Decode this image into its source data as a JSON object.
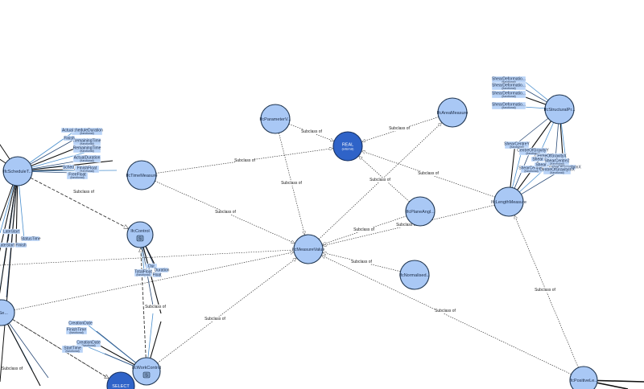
{
  "colors": {
    "class_fill": "#a9c8f5",
    "class_stroke": "#1f3550",
    "datatype_fill": "#2f63c8",
    "attr_fill": "#b9d3f7",
    "edge": "#333333",
    "attr_edge": "#4a8fce"
  },
  "nodes": [
    {
      "id": "schedule",
      "label": "IfcScheduleT..."
    },
    {
      "id": "time",
      "label": "IfcTimeMeasure"
    },
    {
      "id": "control",
      "label": "IfcControl",
      "badge": "S"
    },
    {
      "id": "param",
      "label": "IfcParameterV..."
    },
    {
      "id": "real",
      "label": "REAL",
      "sublabel": "(external)",
      "kind": "datatype"
    },
    {
      "id": "area",
      "label": "IfcAreaMeasure"
    },
    {
      "id": "struct",
      "label": "IfcStructuralPr..."
    },
    {
      "id": "length",
      "label": "IfcLengthMeasure"
    },
    {
      "id": "plane",
      "label": "IfcPlaneAngl..."
    },
    {
      "id": "measure",
      "label": "IfcMeasureValue"
    },
    {
      "id": "normalised",
      "label": "IfcNormalised..."
    },
    {
      "id": "positive",
      "label": "IfcPositiveLe..."
    },
    {
      "id": "work",
      "label": "IfcWorkControl",
      "badge": "S"
    },
    {
      "id": "select",
      "label": "SELECT",
      "kind": "datatype"
    },
    {
      "id": "leftse",
      "label": "...Se..."
    }
  ],
  "edges": [
    {
      "from": "time",
      "to": "real",
      "label": "Subclass of"
    },
    {
      "from": "param",
      "to": "real",
      "label": "Subclass of"
    },
    {
      "from": "area",
      "to": "real",
      "label": "Subclass of"
    },
    {
      "from": "length",
      "to": "real",
      "label": "Subclass of"
    },
    {
      "from": "plane",
      "to": "real",
      "label": "Subclass of"
    },
    {
      "from": "measure",
      "to": "area",
      "label": ""
    },
    {
      "from": "param",
      "to": "measure",
      "label": "Subclass of"
    },
    {
      "from": "time",
      "to": "measure",
      "label": "Subclass of"
    },
    {
      "from": "length",
      "to": "measure",
      "label": "Subclass of"
    },
    {
      "from": "plane",
      "to": "measure",
      "label": "Subclass of"
    },
    {
      "from": "normalised",
      "to": "measure",
      "label": "Subclass of"
    },
    {
      "from": "positive",
      "to": "measure",
      "label": "Subclass of"
    },
    {
      "from": "work",
      "to": "measure",
      "label": "Subclass of"
    },
    {
      "from": "positive",
      "to": "length",
      "label": "Subclass of"
    },
    {
      "from": "schedule",
      "to": "control",
      "label": "Subclass of",
      "dashed": true
    },
    {
      "from": "work",
      "to": "control",
      "label": "Subclass of",
      "dashed": true
    },
    {
      "from": "leftse",
      "to": "select",
      "label": "Subclass of",
      "dashed": true
    },
    {
      "from": "leftse",
      "to": "measure",
      "label": "",
      "dashed": false
    },
    {
      "from": "leftse",
      "to": "select",
      "label": "Subclass of",
      "dashed": false
    }
  ],
  "attributes": [
    {
      "label": "ShearDeformatio...",
      "sub": "(functional)"
    },
    {
      "label": "ShearDeformatio...",
      "sub": "(functional)"
    },
    {
      "label": "ShearDeformatio...",
      "sub": "(functional)"
    },
    {
      "label": "ShearDeformatio...",
      "sub": "(functional)"
    },
    {
      "label": "ShearCentreY",
      "sub": "(functional)"
    },
    {
      "label": "CentreOfGravityY",
      "sub": "(functional)"
    },
    {
      "label": "CentreOfGravityX",
      "sub": "(functional)"
    },
    {
      "label": "ShearCentre2",
      "sub": "(functional)"
    },
    {
      "label": "ShearCentreZ",
      "sub": "(functional)"
    },
    {
      "label": "CentreOfGravityInX",
      "sub": ""
    },
    {
      "label": "Shear",
      "sub": ""
    },
    {
      "label": "Shear",
      "sub": ""
    },
    {
      "label": "CentreOfGravityInX",
      "sub": "(functional)"
    },
    {
      "label": "ScheduleDuration",
      "sub": "(functional)"
    },
    {
      "label": "Actual",
      "sub": ""
    },
    {
      "label": "RemainingTime",
      "sub": "(functional)"
    },
    {
      "label": "Finish",
      "sub": ""
    },
    {
      "label": "RemainingTime",
      "sub": "(functional)"
    },
    {
      "label": "ActualDuration",
      "sub": "(functional)"
    },
    {
      "label": "Sched",
      "sub": ""
    },
    {
      "label": "FinishFloat",
      "sub": "(functional)"
    },
    {
      "label": "FreeFloat",
      "sub": "(functional)"
    },
    {
      "label": "LateStart",
      "sub": ""
    },
    {
      "label": "StatusTime",
      "sub": ""
    },
    {
      "label": "LateStart",
      "sub": ""
    },
    {
      "label": "Finish",
      "sub": ""
    },
    {
      "label": "Dur",
      "sub": ""
    },
    {
      "label": "TotalFloat",
      "sub": "(functional)"
    },
    {
      "label": "Duration",
      "sub": ""
    },
    {
      "label": "Float",
      "sub": ""
    },
    {
      "label": "CreationDate",
      "sub": ""
    },
    {
      "label": "FinishTime",
      "sub": "(functional)"
    },
    {
      "label": "CreationDate",
      "sub": "(functional)"
    },
    {
      "label": "StartTime",
      "sub": "(functional)"
    }
  ]
}
